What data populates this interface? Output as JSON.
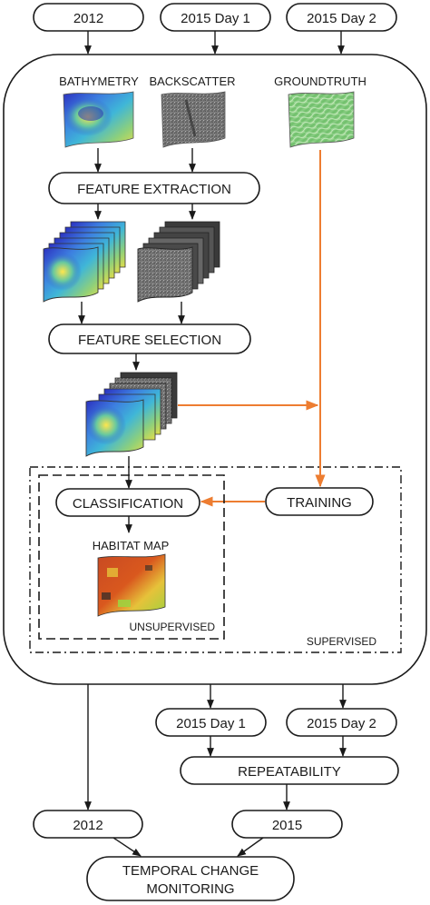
{
  "inputs": {
    "y2012": "2012",
    "day1": "2015 Day 1",
    "day2": "2015 Day 2"
  },
  "sources": {
    "bathymetry": "BATHYMETRY",
    "backscatter": "BACKSCATTER",
    "groundtruth": "GROUNDTRUTH"
  },
  "steps": {
    "feature_extraction": "FEATURE EXTRACTION",
    "feature_selection": "FEATURE SELECTION",
    "classification": "CLASSIFICATION",
    "training": "TRAINING",
    "habitat_map": "HABITAT MAP",
    "unsupervised": "UNSUPERVISED",
    "supervised": "SUPERVISED"
  },
  "outputs": {
    "day1": "2015 Day 1",
    "day2": "2015 Day 2",
    "repeatability": "REPEATABILITY",
    "y2012": "2012",
    "y2015": "2015",
    "temporal_line1": "TEMPORAL CHANGE",
    "temporal_line2": "MONITORING"
  },
  "colors": {
    "orange_arrow": "#ed7d31",
    "stroke": "#1a1a1a"
  }
}
